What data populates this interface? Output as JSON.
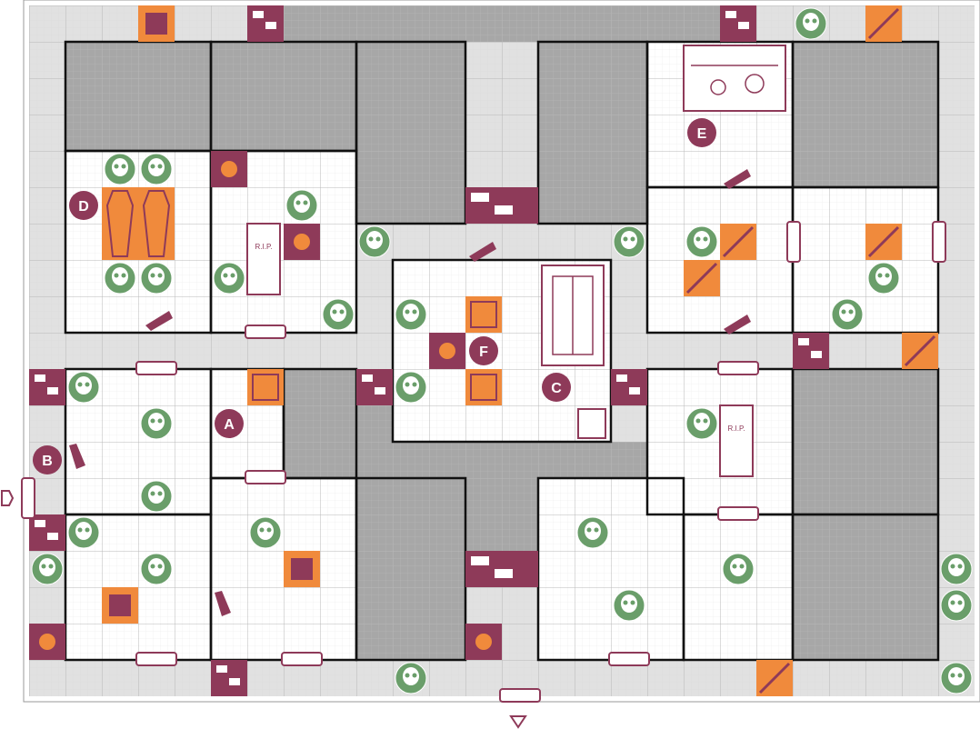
{
  "board": {
    "title": "",
    "colors": {
      "corridor": "#e1e1e1",
      "room_floor": "#ffffff",
      "blocked": "#a7a7a7",
      "wall": "#111111",
      "marker": "#8e3a59",
      "monster": "#6a9e6a",
      "trap_orange": "#f08a3c",
      "furniture": "#8e3a59"
    }
  },
  "labels": [
    {
      "id": "A",
      "text": "A"
    },
    {
      "id": "B",
      "text": "B"
    },
    {
      "id": "C",
      "text": "C"
    },
    {
      "id": "D",
      "text": "D"
    },
    {
      "id": "E",
      "text": "E"
    },
    {
      "id": "F",
      "text": "F"
    }
  ],
  "monsters": [
    {
      "kind": "skeleton"
    },
    {
      "kind": "skeleton"
    },
    {
      "kind": "skeleton"
    },
    {
      "kind": "skeleton"
    },
    {
      "kind": "skeleton"
    },
    {
      "kind": "skeleton"
    },
    {
      "kind": "skeleton"
    },
    {
      "kind": "skeleton"
    },
    {
      "kind": "skeleton"
    },
    {
      "kind": "skeleton"
    },
    {
      "kind": "skeleton"
    },
    {
      "kind": "skeleton"
    },
    {
      "kind": "skeleton"
    },
    {
      "kind": "skeleton"
    },
    {
      "kind": "skeleton"
    },
    {
      "kind": "skeleton"
    },
    {
      "kind": "orc"
    },
    {
      "kind": "orc"
    },
    {
      "kind": "orc"
    },
    {
      "kind": "goblin"
    },
    {
      "kind": "goblin"
    },
    {
      "kind": "goblin"
    },
    {
      "kind": "mummy"
    },
    {
      "kind": "mummy"
    },
    {
      "kind": "mummy"
    },
    {
      "kind": "mummy"
    },
    {
      "kind": "mummy"
    },
    {
      "kind": "fimir"
    },
    {
      "kind": "fimir"
    },
    {
      "kind": "zombie"
    },
    {
      "kind": "zombie"
    }
  ],
  "furniture_labels": {
    "tomb": "R.I.P."
  }
}
